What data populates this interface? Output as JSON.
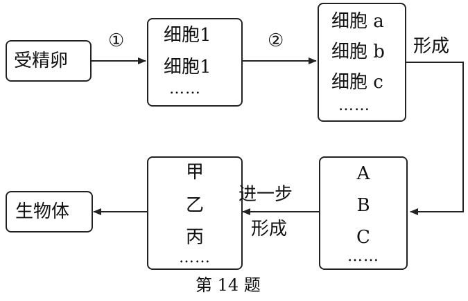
{
  "nodes": {
    "zygote": "受精卵",
    "stage1": {
      "lines": [
        "细胞1",
        "细胞1"
      ],
      "ellipsis": "……"
    },
    "stage2": {
      "lines": [
        "细胞 a",
        "细胞 b",
        "细胞 c"
      ],
      "ellipsis": "……"
    },
    "stage3": {
      "lines": [
        "A",
        "B",
        "C"
      ],
      "ellipsis": "……"
    },
    "stage4": {
      "lines": [
        "甲",
        "乙",
        "丙"
      ],
      "ellipsis": "……"
    },
    "organism": "生物体"
  },
  "edges": {
    "step1": "①",
    "step2": "②",
    "form": "形成",
    "further_line1": "进一步",
    "further_line2": "形成"
  },
  "caption": "第 14 题"
}
